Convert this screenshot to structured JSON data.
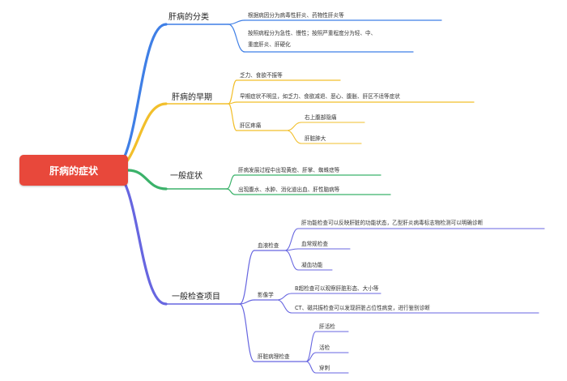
{
  "colors": {
    "root_bg": "#e8483b",
    "blue": "#3f7fe6",
    "yellow": "#f2bf2b",
    "green": "#3bb26a",
    "indigo": "#6766e0"
  },
  "root": {
    "label": "肝病的症状"
  },
  "branches": [
    {
      "label": "肝病的分类",
      "leaves": [
        "根据病因分为病毒性肝炎、药物性肝炎等",
        "按照病程分为急性、慢性；按照严重程度分为轻、中、",
        "重度肝炎、肝硬化"
      ]
    },
    {
      "label": "肝病的早期",
      "leaves": [
        "乏力、食欲不振等",
        "早期症状不明显，如乏力、食欲减退、恶心、腹胀、肝区不适等症状",
        "肝区疼痛",
        "右上腹部隐痛",
        "肝脏肿大"
      ]
    },
    {
      "label": "一般症状",
      "leaves": [
        "肝病发展过程中出现黄疸、肝掌、蜘蛛痣等",
        "出现腹水、水肿、消化道出血、肝性脑病等"
      ]
    },
    {
      "label": "一般检查项目",
      "leaves": [
        "血液检查",
        "肝功能检查可以反映肝脏的功能状态，乙型肝炎病毒标志物检测可以明确诊断",
        "血常规检查",
        "凝血功能",
        "影像学",
        "B超检查可以观察肝脏形态、大小等",
        "CT、磁共振检查可以发现肝脏占位性病变，进行鉴别诊断",
        "肝脏病理检查",
        "肝活检",
        "活检",
        "穿刺"
      ]
    }
  ]
}
